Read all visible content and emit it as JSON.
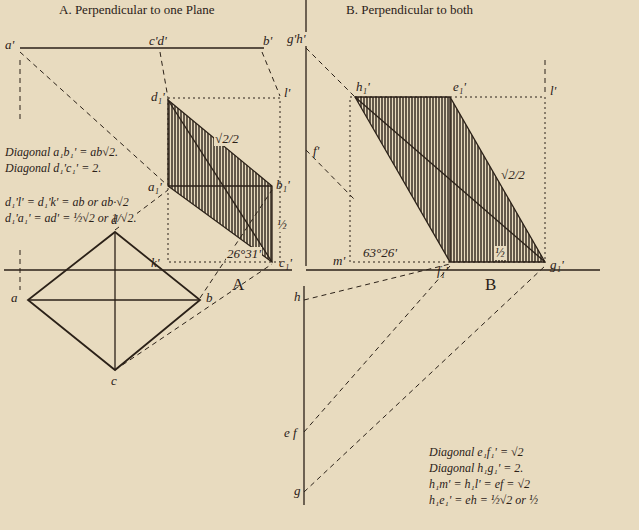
{
  "diagram": {
    "labels": [
      "A. Perpendicular to one Plane",
      "B. Perpendicular to both",
      "a'",
      "c'd'",
      "b'",
      "d₁'",
      "l'",
      "a₁'",
      "b₁'",
      "√2/2",
      "½",
      "k'",
      "26°31'",
      "c₁'",
      "A",
      "Diagonal a₁b₁' = ab√2.",
      "Diagonal d₁'c₁' = 2.",
      "d₁'l' = d₁'k' = ab or ab·√2",
      "d₁'a₁' = ad' = ½√2 or 1/√2.",
      "d",
      "a",
      "b",
      "c",
      "g'h'",
      "f'",
      "h₁'",
      "e₁'",
      "l'",
      "√2/2",
      "m'",
      "63°26'",
      "f₁'",
      "½",
      "g₁'",
      "B",
      "h",
      "e f",
      "g",
      "Diagonal e₁f₁' = √2",
      "Diagonal h₁g₁' = 2.",
      "h₁m' = h₁l' = ef = √2",
      "h₁e₁' = eh = ½√2 or ½"
    ]
  }
}
